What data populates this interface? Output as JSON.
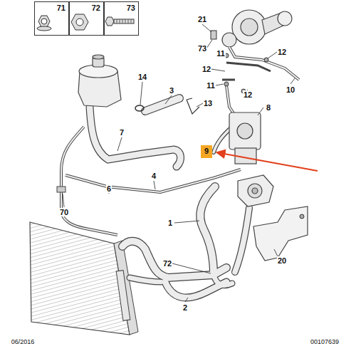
{
  "diagram": {
    "nodes": [
      {
        "text": [
          "71"
        ]
      },
      {
        "text": [
          "72"
        ]
      },
      {
        "text": [
          "73"
        ]
      },
      {
        "text": [
          "9"
        ]
      }
    ],
    "labels": [
      "21",
      "73",
      "11",
      "12",
      "12",
      "11",
      "12",
      "10",
      "14",
      "3",
      "13",
      "8",
      "7",
      "4",
      "6",
      "70",
      "1",
      "20",
      "72",
      "2",
      "06/2016",
      "00107639"
    ]
  }
}
